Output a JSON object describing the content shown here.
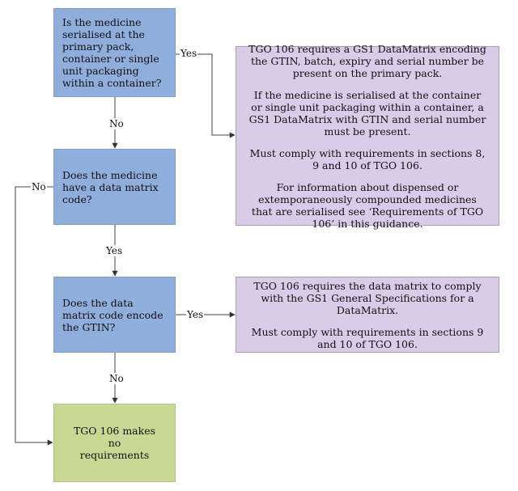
{
  "questions": {
    "q1": "Is the medicine serialised at the primary pack, container or single unit packaging within a container?",
    "q2": "Does the medicine have a data matrix code?",
    "q3": "Does the data matrix code encode the GTIN?"
  },
  "info1": {
    "p1": "TGO 106 requires a GS1 DataMatrix encoding the GTIN, batch, expiry and serial number be present on the primary pack.",
    "p2": "If the medicine is serialised at the container or single unit packaging within a container, a GS1 DataMatrix with GTIN and serial number must be present.",
    "p3": "Must comply with requirements in sections 8, 9 and 10 of TGO 106.",
    "p4": "For information about dispensed or extemporaneously compounded medicines that are serialised see ‘Requirements of TGO 106’ in this guidance."
  },
  "info2": {
    "p1": "TGO 106 requires the data matrix to comply with the GS1 General Specifications for a DataMatrix.",
    "p2": "Must comply with requirements in sections 9 and 10 of TGO 106."
  },
  "terminal": "TGO 106 makes no requirements",
  "labels": {
    "yes1": "Yes",
    "no1": "No",
    "no2": "No",
    "yes2": "Yes",
    "yes3": "Yes",
    "no3": "No"
  }
}
